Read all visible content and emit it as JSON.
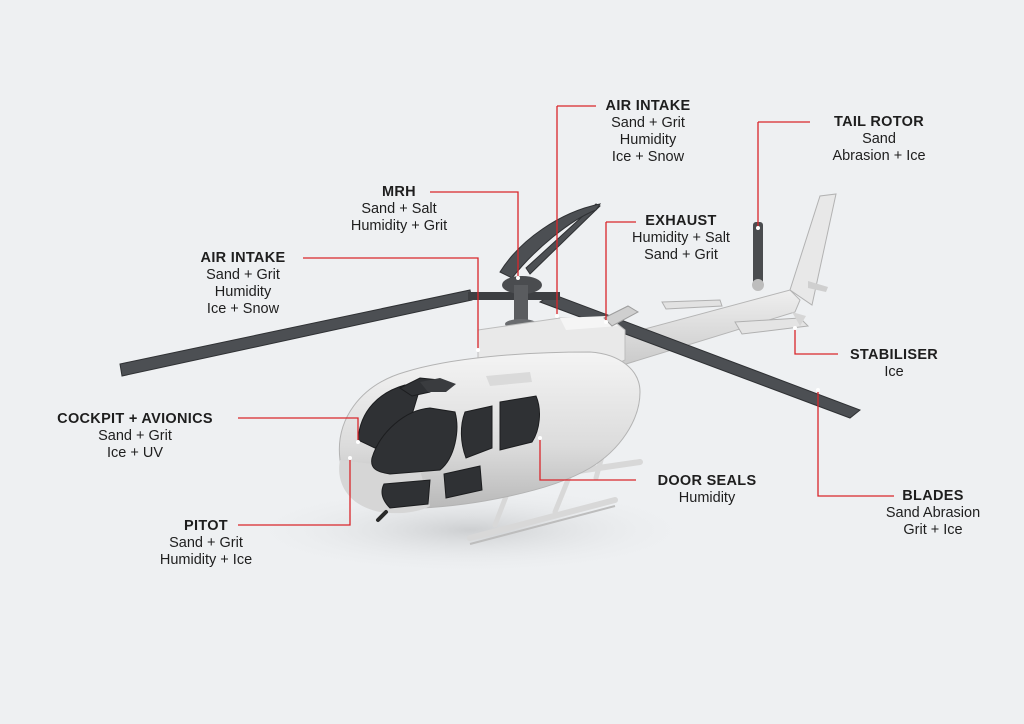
{
  "accent_color": "#d9262b",
  "callouts": [
    {
      "id": "air-intake-top",
      "title": "AIR INTAKE",
      "lines": [
        "Sand + Grit",
        "Humidity",
        "Ice + Snow"
      ]
    },
    {
      "id": "tail-rotor",
      "title": "TAIL ROTOR",
      "lines": [
        "Sand",
        "Abrasion + Ice"
      ]
    },
    {
      "id": "mrh",
      "title": "MRH",
      "lines": [
        "Sand + Salt",
        "Humidity + Grit"
      ]
    },
    {
      "id": "exhaust",
      "title": "EXHAUST",
      "lines": [
        "Humidity + Salt",
        "Sand + Grit"
      ]
    },
    {
      "id": "air-intake-left",
      "title": "AIR INTAKE",
      "lines": [
        "Sand + Grit",
        "Humidity",
        "Ice + Snow"
      ]
    },
    {
      "id": "stabiliser",
      "title": "STABILISER",
      "lines": [
        "Ice"
      ]
    },
    {
      "id": "cockpit-avionics",
      "title": "COCKPIT + AVIONICS",
      "lines": [
        "Sand + Grit",
        "Ice + UV"
      ]
    },
    {
      "id": "door-seals",
      "title": "DOOR SEALS",
      "lines": [
        "Humidity"
      ]
    },
    {
      "id": "blades",
      "title": "BLADES",
      "lines": [
        "Sand Abrasion",
        "Grit + Ice"
      ]
    },
    {
      "id": "pitot",
      "title": "PITOT",
      "lines": [
        "Sand + Grit",
        "Humidity + Ice"
      ]
    }
  ]
}
